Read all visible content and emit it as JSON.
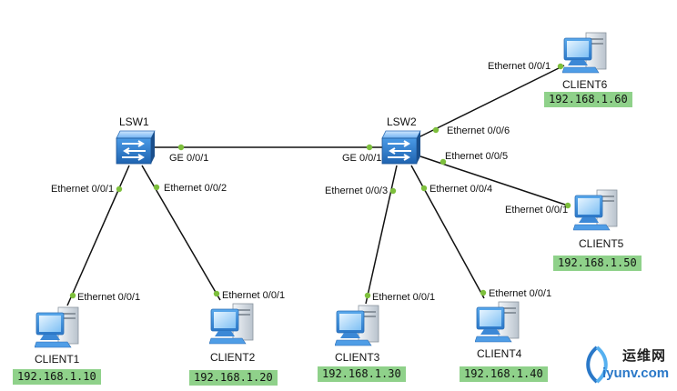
{
  "switches": {
    "lsw1": "LSW1",
    "lsw2": "LSW2"
  },
  "clients": {
    "c1": {
      "name": "CLIENT1",
      "ip": "192.168.1.10"
    },
    "c2": {
      "name": "CLIENT2",
      "ip": "192.168.1.20"
    },
    "c3": {
      "name": "CLIENT3",
      "ip": "192.168.1.30"
    },
    "c4": {
      "name": "CLIENT4",
      "ip": "192.168.1.40"
    },
    "c5": {
      "name": "CLIENT5",
      "ip": "192.168.1.50"
    },
    "c6": {
      "name": "CLIENT6",
      "ip": "192.168.1.60"
    }
  },
  "ports": {
    "lsw1_ge": "GE 0/0/1",
    "lsw2_ge": "GE 0/0/1",
    "lsw1_e1": "Ethernet 0/0/1",
    "lsw1_e2": "Ethernet 0/0/2",
    "lsw2_e3": "Ethernet 0/0/3",
    "lsw2_e4": "Ethernet 0/0/4",
    "lsw2_e5": "Ethernet 0/0/5",
    "lsw2_e6": "Ethernet 0/0/6",
    "c1_e": "Ethernet 0/0/1",
    "c2_e": "Ethernet 0/0/1",
    "c3_e": "Ethernet 0/0/1",
    "c4_e": "Ethernet 0/0/1",
    "c5_e": "Ethernet 0/0/1",
    "c6_e": "Ethernet 0/0/1"
  },
  "watermark": {
    "cn": "运维网",
    "en": "iyunv.com"
  },
  "colors": {
    "link": "#111111",
    "port_dot": "#7dbf3c",
    "ip_bg": "#8fd18a",
    "switch_blue": "#3f8fde",
    "pc_blue": "#5aa9ec"
  }
}
